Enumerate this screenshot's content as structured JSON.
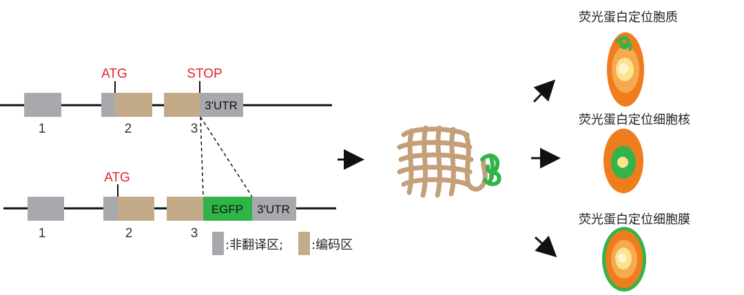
{
  "colors": {
    "utr": "#a7a9ad",
    "cds": "#c3ab8a",
    "egfp": "#2fb447",
    "red": "#e2262b",
    "line": "#111111",
    "orange": "#ef7d1e",
    "yellow": "#fbe38d",
    "green": "#33b44a"
  },
  "top_gene": {
    "atg": "ATG",
    "stop": "STOP",
    "utr3": "3'UTR",
    "exon_numbers": [
      "1",
      "2",
      "3"
    ]
  },
  "bottom_gene": {
    "atg": "ATG",
    "egfp": "EGFP",
    "utr3": "3'UTR",
    "exon_numbers": [
      "1",
      "2",
      "3"
    ]
  },
  "legend": {
    "utr_label": ":非翻译区;",
    "cds_label": ":编码区"
  },
  "flow": {
    "arrow": "→"
  },
  "outcomes": [
    {
      "label": "荧光蛋白定位胞质",
      "icon": "cytoplasm-cell-icon"
    },
    {
      "label": "荧光蛋白定位细胞核",
      "icon": "nucleus-cell-icon"
    },
    {
      "label": "荧光蛋白定位细胞膜",
      "icon": "membrane-cell-icon"
    }
  ]
}
